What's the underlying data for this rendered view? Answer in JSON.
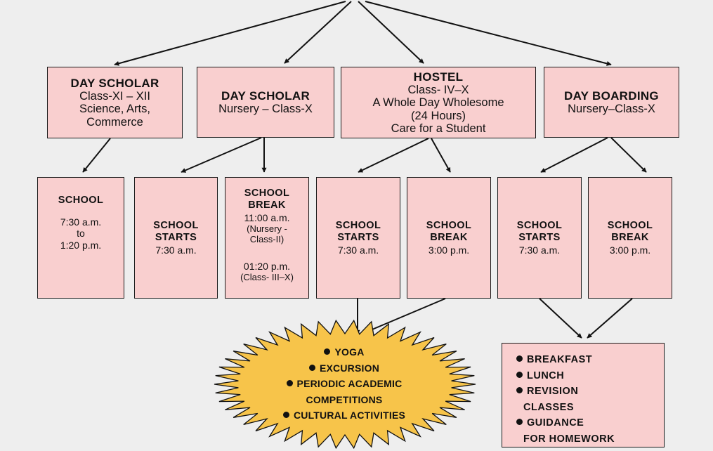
{
  "top_boxes": [
    {
      "title": "DAY SCHOLAR",
      "lines": [
        "Class-XI – XII",
        "Science, Arts,",
        "Commerce"
      ]
    },
    {
      "title": "DAY SCHOLAR",
      "lines": [
        "Nursery – Class-X"
      ]
    },
    {
      "title": "HOSTEL",
      "lines": [
        "Class- IV–X",
        "A Whole Day Wholesome",
        "(24 Hours)",
        "Care for a Student"
      ]
    },
    {
      "title": "DAY BOARDING",
      "lines": [
        "Nursery–Class-X"
      ]
    }
  ],
  "schedule": {
    "school": {
      "title": "SCHOOL",
      "time1": "7:30 a.m.",
      "to": "to",
      "time2": "1:20 p.m."
    },
    "ds_starts": {
      "title1": "SCHOOL",
      "title2": "STARTS",
      "time": "7:30 a.m."
    },
    "ds_break": {
      "title1": "SCHOOL",
      "title2": "BREAK",
      "time1": "11:00 a.m.",
      "note1a": "(Nursery -",
      "note1b": "Class-II)",
      "time2": "01:20 p.m.",
      "note2": "(Class- III–X)"
    },
    "hostel_starts": {
      "title1": "SCHOOL",
      "title2": "STARTS",
      "time": "7:30 a.m."
    },
    "hostel_break": {
      "title1": "SCHOOL",
      "title2": "BREAK",
      "time": "3:00 p.m."
    },
    "db_starts": {
      "title1": "SCHOOL",
      "title2": "STARTS",
      "time": "7:30 a.m."
    },
    "db_break": {
      "title1": "SCHOOL",
      "title2": "BREAK",
      "time": "3:00 p.m."
    }
  },
  "hostel_activities": [
    "YOGA",
    "EXCURSION",
    "PERIODIC ACADEMIC",
    "COMPETITIONS",
    "CULTURAL ACTIVITIES"
  ],
  "boarding_activities": [
    "BREAKFAST",
    "LUNCH",
    "REVISION",
    "CLASSES",
    "GUIDANCE",
    "FOR HOMEWORK"
  ],
  "colors": {
    "box_fill": "#f9cfcf",
    "starburst_fill": "#f7c44a",
    "background": "#eeeeee"
  }
}
